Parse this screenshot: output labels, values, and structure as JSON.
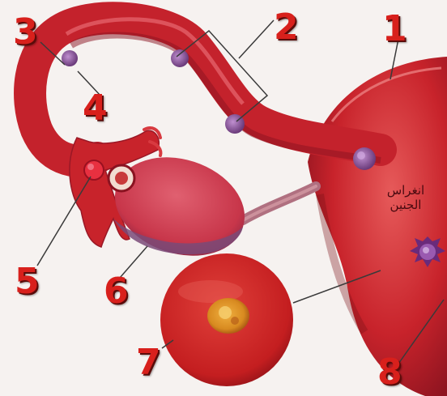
{
  "labels": {
    "n1": "1",
    "n2": "2",
    "n3": "3",
    "n4": "4",
    "n5": "5",
    "n6": "6",
    "n7": "7",
    "n8": "8"
  },
  "annotation": {
    "line1": "انغراس",
    "line2": "الجنين"
  },
  "colors": {
    "tissue": "#c8232b",
    "tissue_dark": "#8e1420",
    "tissue_light": "#e0505a",
    "ovary": "#c8364a",
    "ovary_purple": "#7a4a78",
    "embryo": "#6a3a7a",
    "label": "#d8201c",
    "background": "#f6f2f0"
  }
}
